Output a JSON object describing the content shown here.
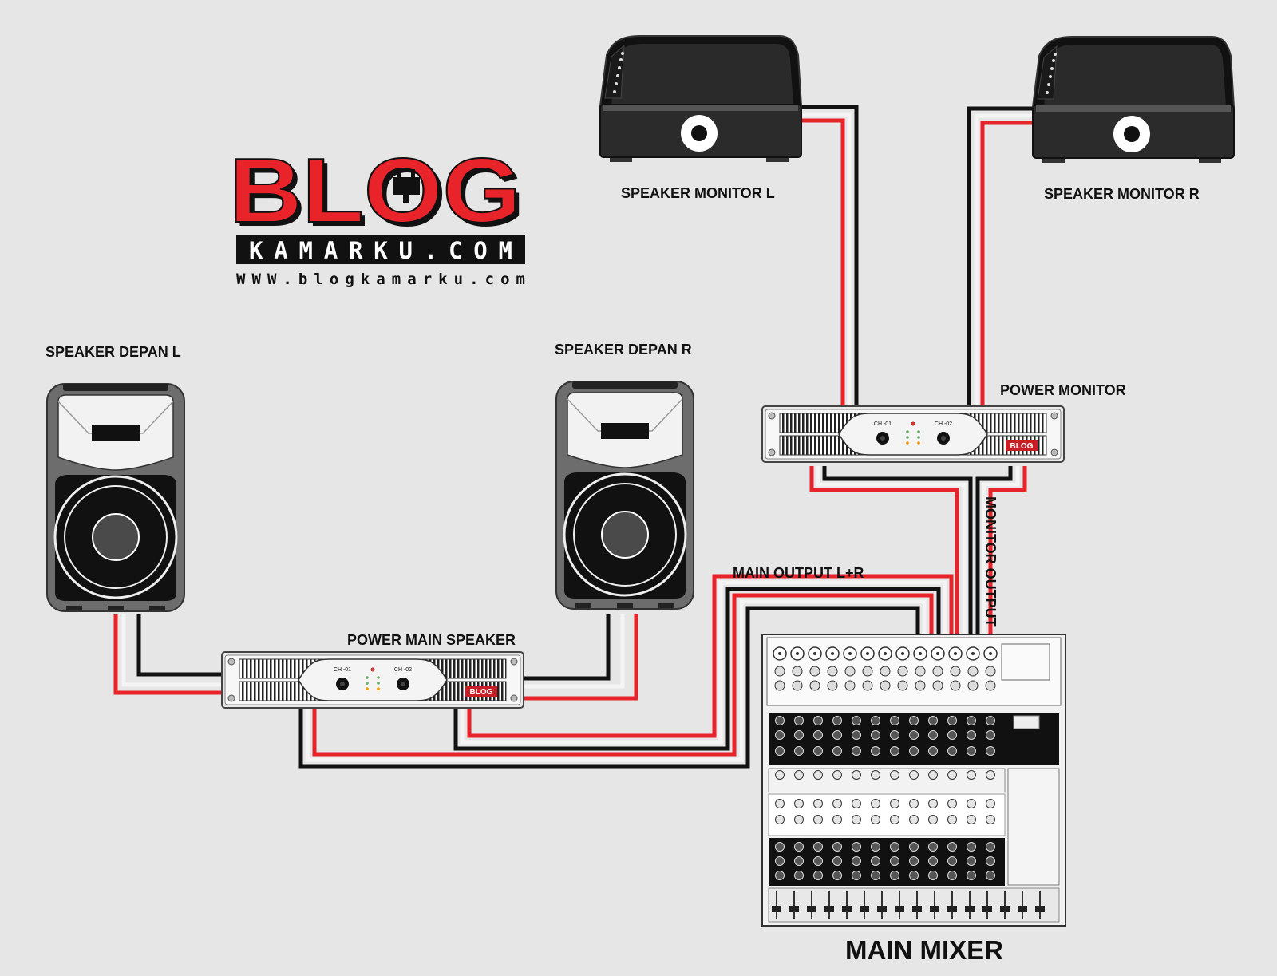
{
  "logo": {
    "text": "BLOG",
    "subtitle": "KAMARKU.COM",
    "url": "WWW.blogkamarku.com"
  },
  "labels": {
    "speaker_monitor_l": "SPEAKER MONITOR L",
    "speaker_monitor_r": "SPEAKER MONITOR R",
    "speaker_depan_l": "SPEAKER DEPAN L",
    "speaker_depan_r": "SPEAKER DEPAN R",
    "power_monitor": "POWER MONITOR",
    "power_main_speaker": "POWER MAIN SPEAKER",
    "main_output": "MAIN OUTPUT L+R",
    "monitor_output": "MONITOR OUTPUT",
    "main_mixer": "MAIN MIXER"
  },
  "amp": {
    "ch1": "CH -01",
    "ch2": "CH -02",
    "brand": "BLOG"
  },
  "colors": {
    "background": "#e6e6e6",
    "accent": "#e8232a",
    "dark": "#111111"
  }
}
